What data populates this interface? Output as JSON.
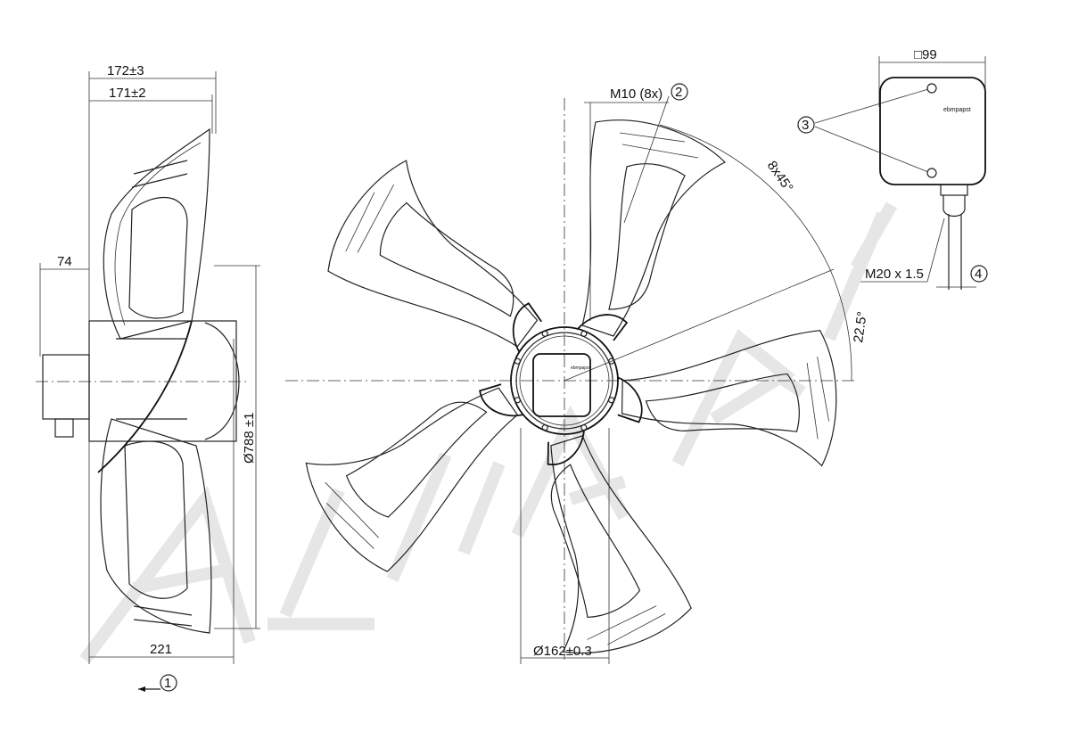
{
  "side_view": {
    "dim_overall_depth": "172±3",
    "dim_blade_depth": "171±2",
    "dim_box_depth": "74",
    "dim_mount_depth": "221",
    "dim_diameter": "Ø788 ±1",
    "airflow_marker": "1"
  },
  "front_view": {
    "dim_holes": "M10 (8x)",
    "holes_marker": "2",
    "dim_angle_pitch": "8x45°",
    "dim_angle_offset": "22.5°",
    "dim_hub": "Ø162±0.3"
  },
  "terminal_box": {
    "dim_size": "□99",
    "screws_marker": "3",
    "cable_gland": "M20 x 1.5",
    "cable_marker": "4",
    "logo": "ebmpapst"
  },
  "watermark": "ALICA.PY"
}
